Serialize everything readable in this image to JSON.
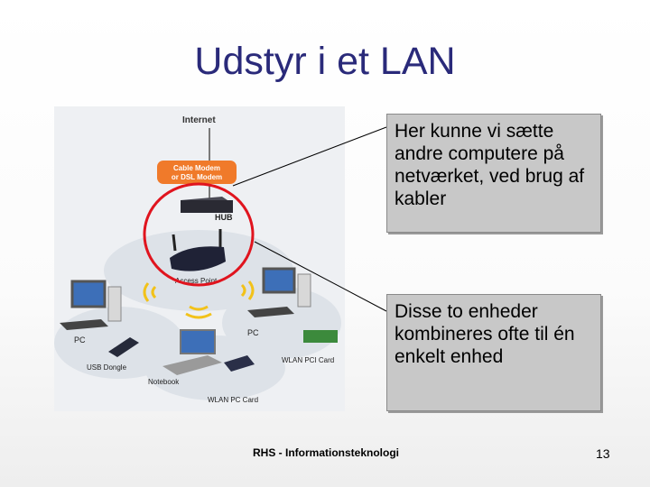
{
  "slide": {
    "title": "Udstyr i et LAN",
    "footer": "RHS - Informationsteknologi",
    "page_number": "13"
  },
  "callouts": [
    {
      "text": "Her kunne vi sætte andre computere på netværket, ved brug af kabler"
    },
    {
      "text": "Disse to enheder kombineres ofte til én enkelt enhed"
    }
  ],
  "diagram": {
    "labels": {
      "internet": "Internet",
      "modem_line1": "Cable Modem",
      "modem_line2": "or DSL Modem",
      "hub": "HUB",
      "access_point": "Access Point",
      "pc_left": "PC",
      "pc_right": "PC",
      "usb_dongle": "USB Dongle",
      "notebook": "Notebook",
      "wlan_pci": "WLAN PCI Card",
      "wlan_pc_card": "WLAN PC Card"
    },
    "colors": {
      "modem_badge": "#f07a2a",
      "highlight_circle": "#e0141e",
      "waves": "#f2c21a"
    }
  }
}
